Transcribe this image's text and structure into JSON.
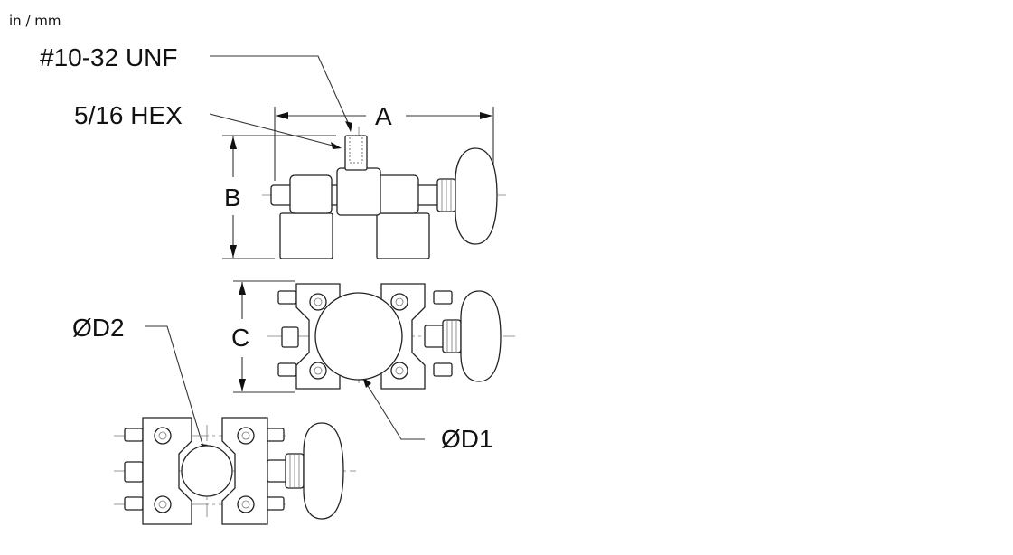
{
  "units_toggle": "in / mm",
  "callouts": {
    "thread": "#10-32 UNF",
    "hex": "5/16 HEX",
    "d2": "ØD2",
    "d1": "ØD1"
  },
  "dimensions": {
    "a": "A",
    "b": "B",
    "c": "C"
  }
}
